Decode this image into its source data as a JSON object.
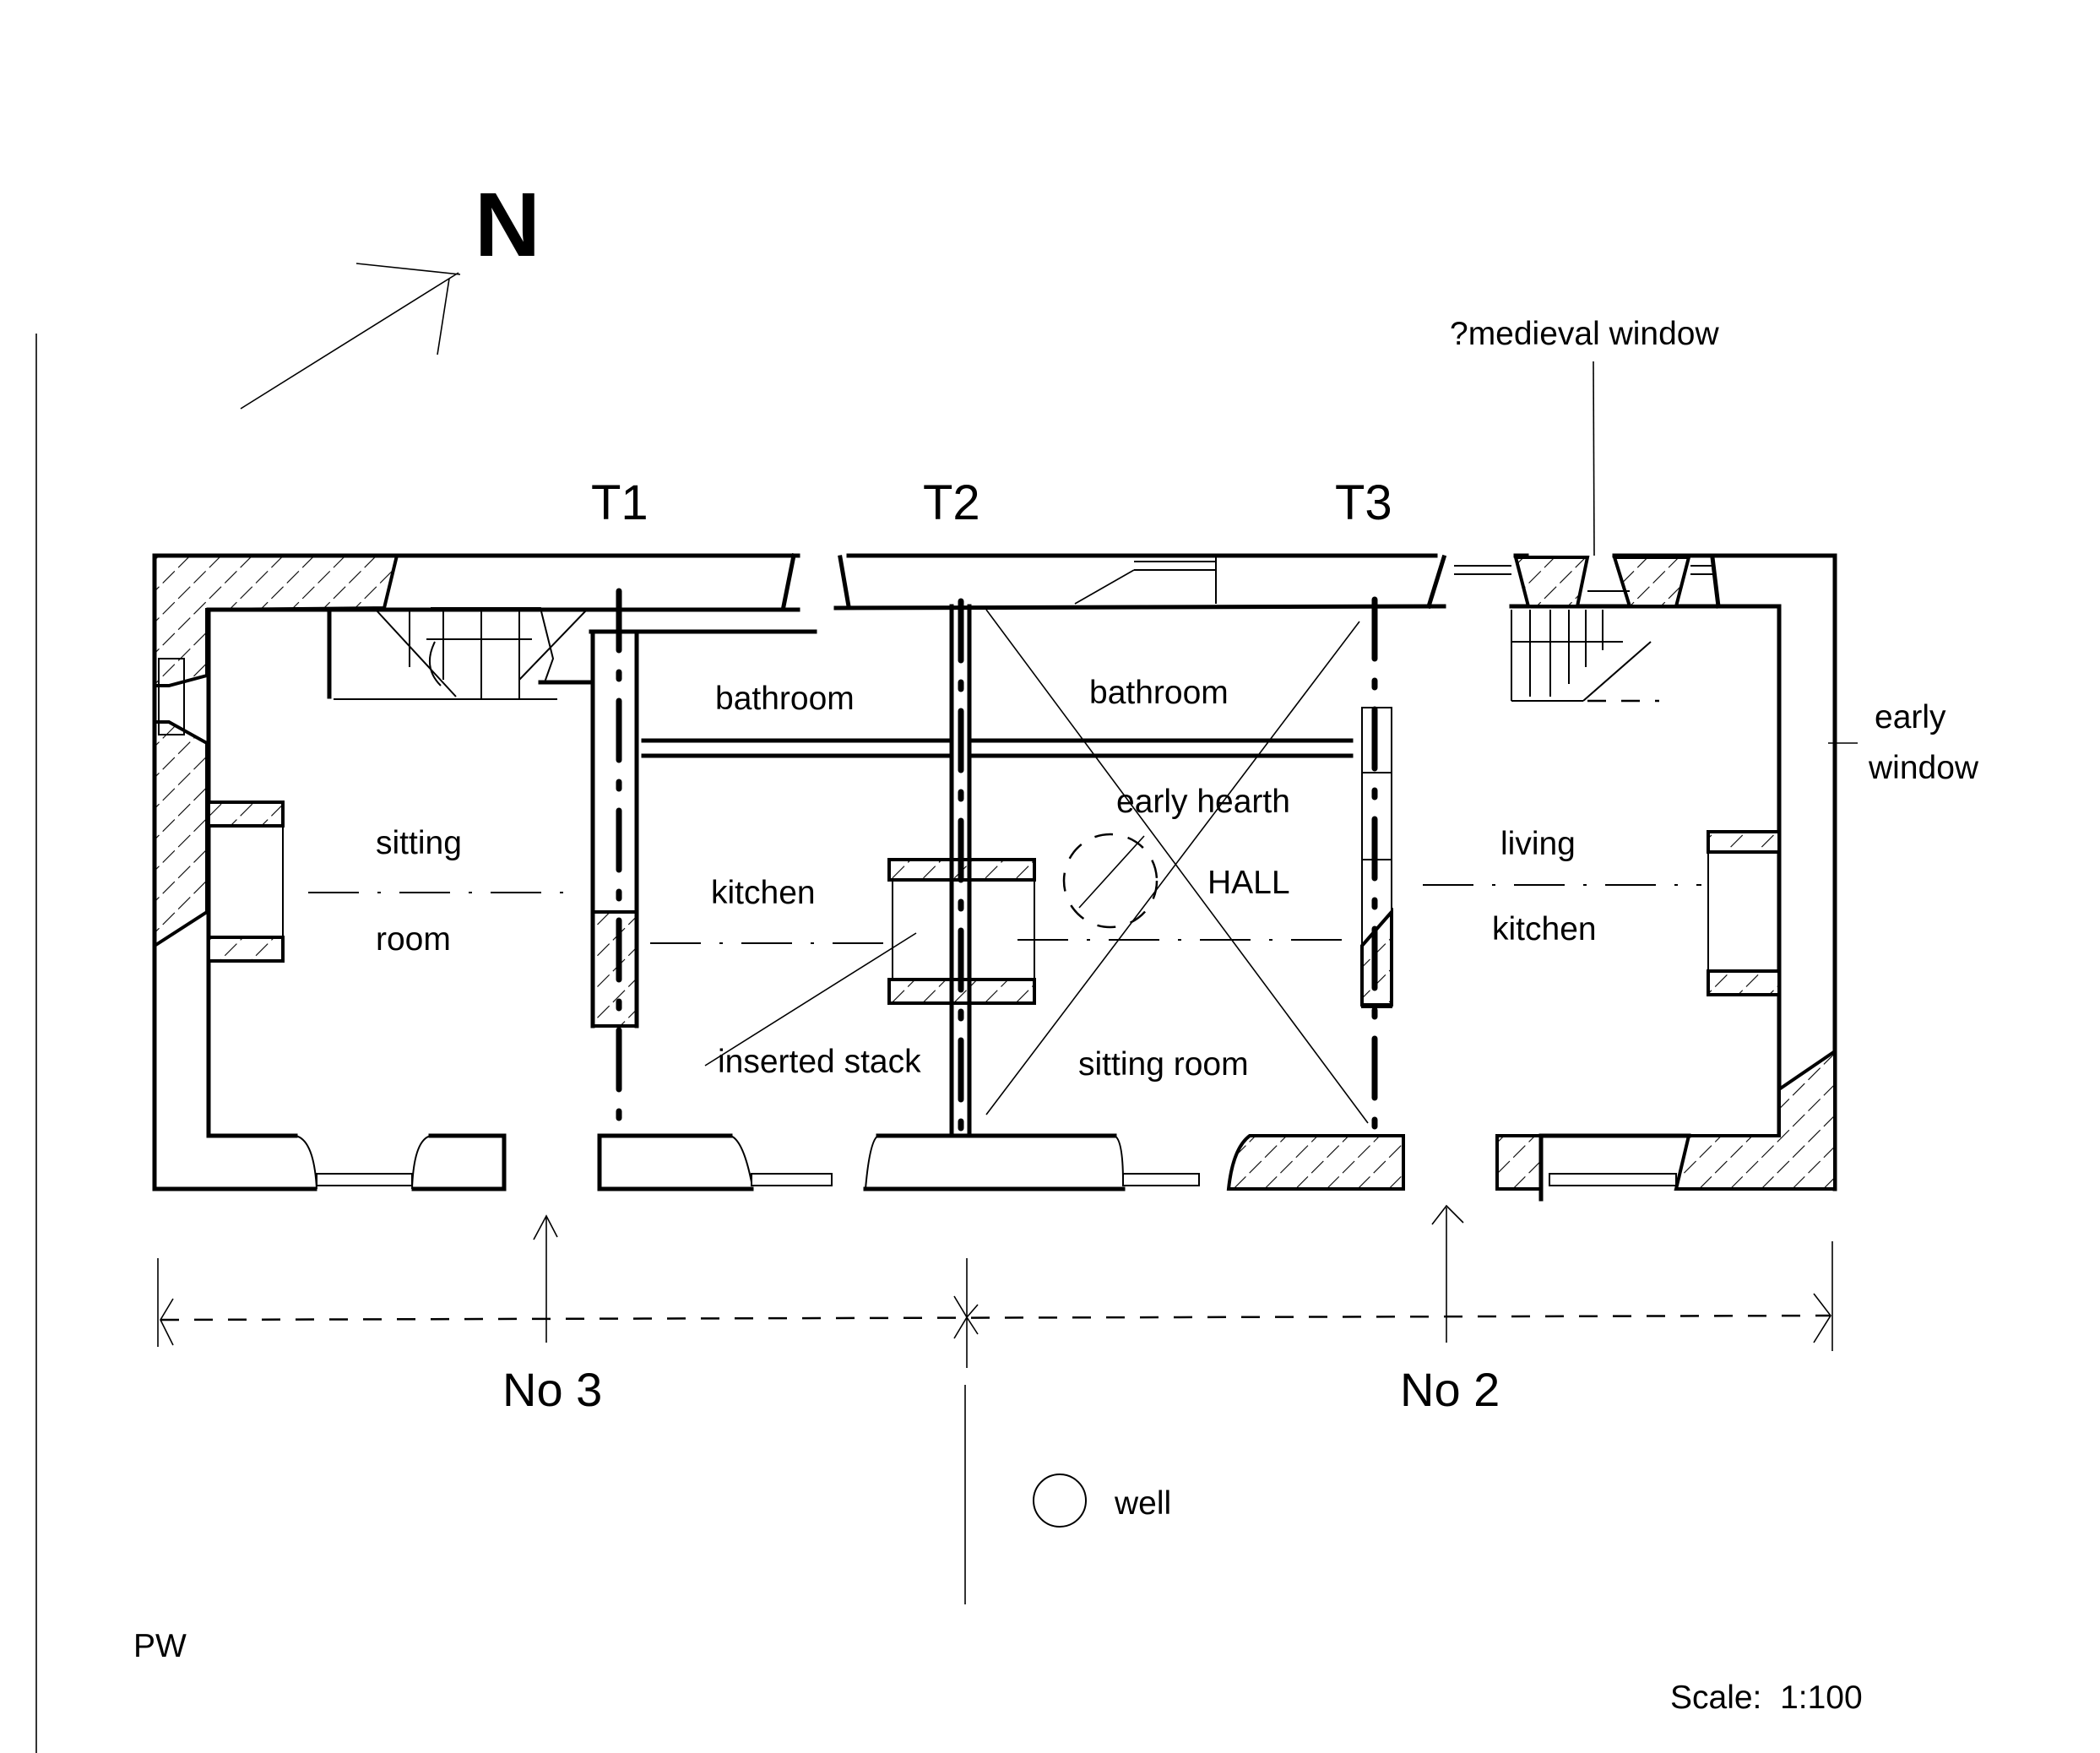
{
  "drawing": {
    "type": "ground floor plan",
    "north_label": "N",
    "truss_labels": [
      "T1",
      "T2",
      "T3"
    ],
    "rooms": {
      "no3_sitting_room": [
        "sitting",
        "room"
      ],
      "no3_bathroom": "bathroom",
      "no3_kitchen": "kitchen",
      "no2_bathroom": "bathroom",
      "early_hearth": "early hearth",
      "hall": "HALL",
      "no2_sitting_room": "sitting room",
      "living_kitchen": [
        "living",
        "kitchen"
      ]
    },
    "annotations": {
      "inserted_stack": "inserted stack",
      "medieval_window": "?medieval window",
      "early_window": [
        "early",
        "window"
      ],
      "well": "well"
    },
    "properties": [
      "No 3",
      "No 2"
    ],
    "author": "PW",
    "scale": "Scale:  1:100"
  }
}
